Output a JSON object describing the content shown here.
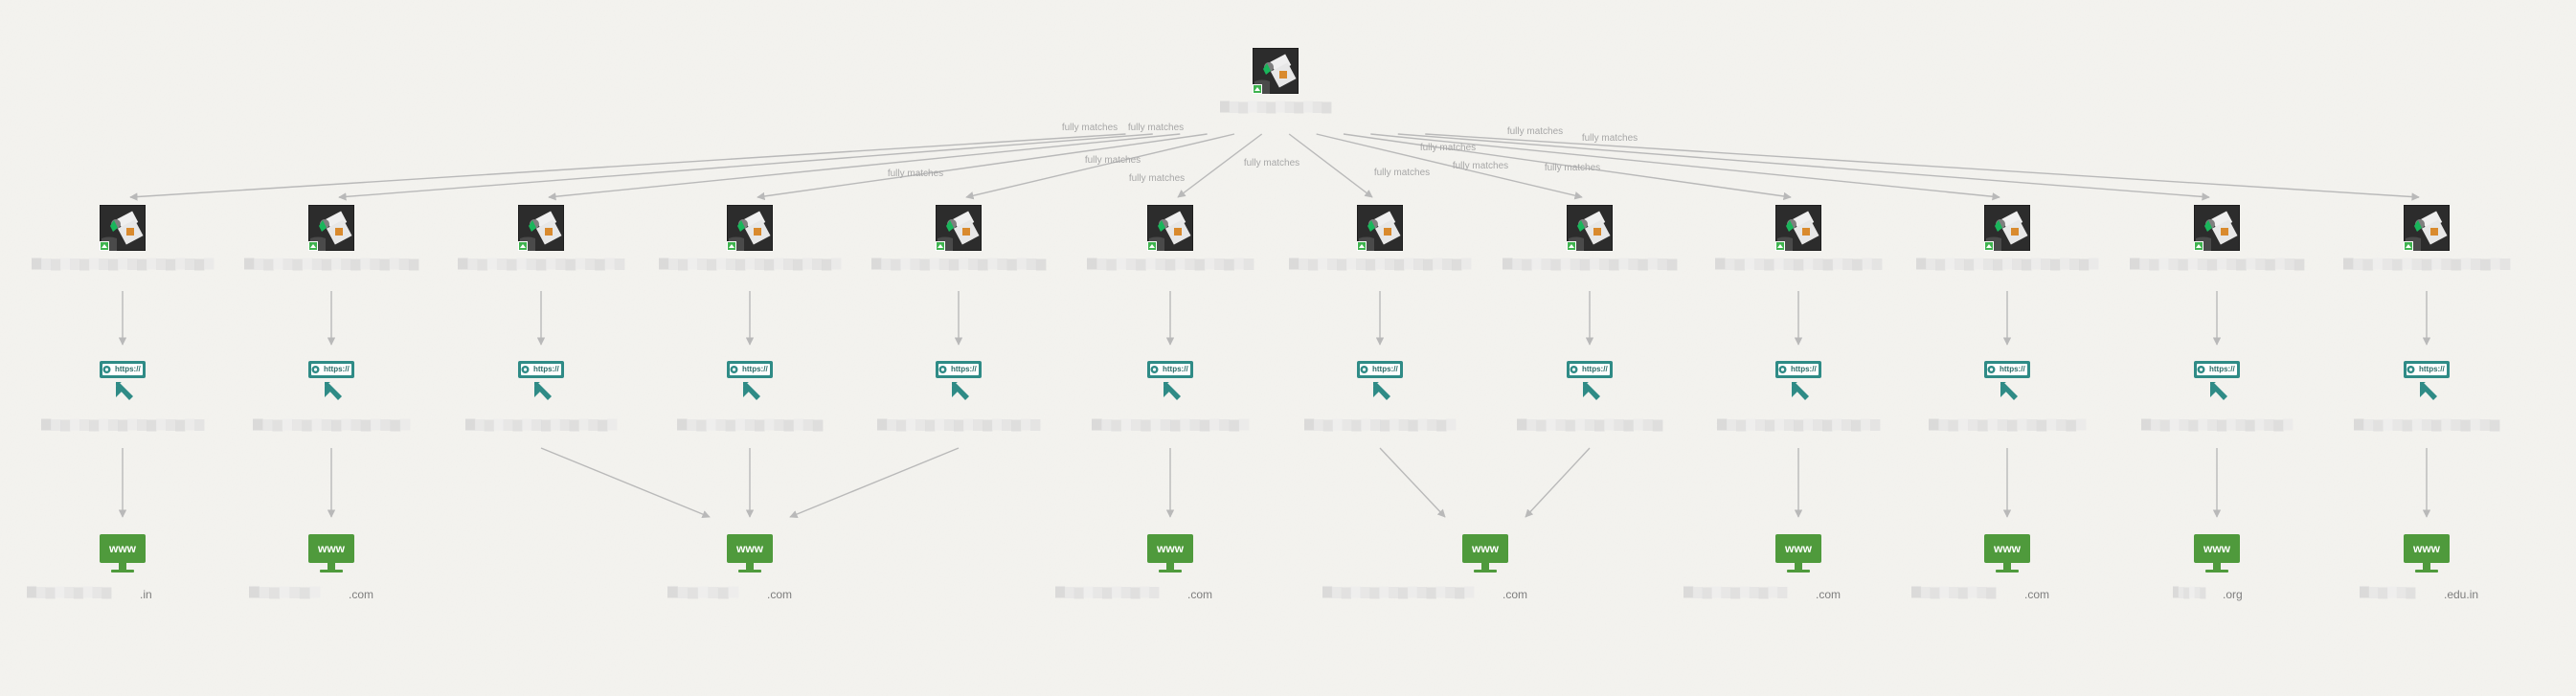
{
  "diagram": {
    "edge_label": "fully matches",
    "url_chip_text": "https://",
    "www_text": "www",
    "domain_suffixes": [
      ".in",
      ".com",
      ".com",
      ".com",
      ".com",
      ".com",
      ".com",
      ".org",
      ".edu.in"
    ],
    "colors": {
      "background": "#f4f3ef",
      "edge": "#b9b9b9",
      "teal": "#2f8b86",
      "green": "#4f9a3c",
      "blur": "#d9d9d9",
      "label": "#a7a7a7"
    },
    "icons": {
      "root": "image-thumbnail-icon",
      "image": "image-thumbnail-icon",
      "url": "url-link-icon",
      "domain": "www-monitor-icon"
    }
  }
}
